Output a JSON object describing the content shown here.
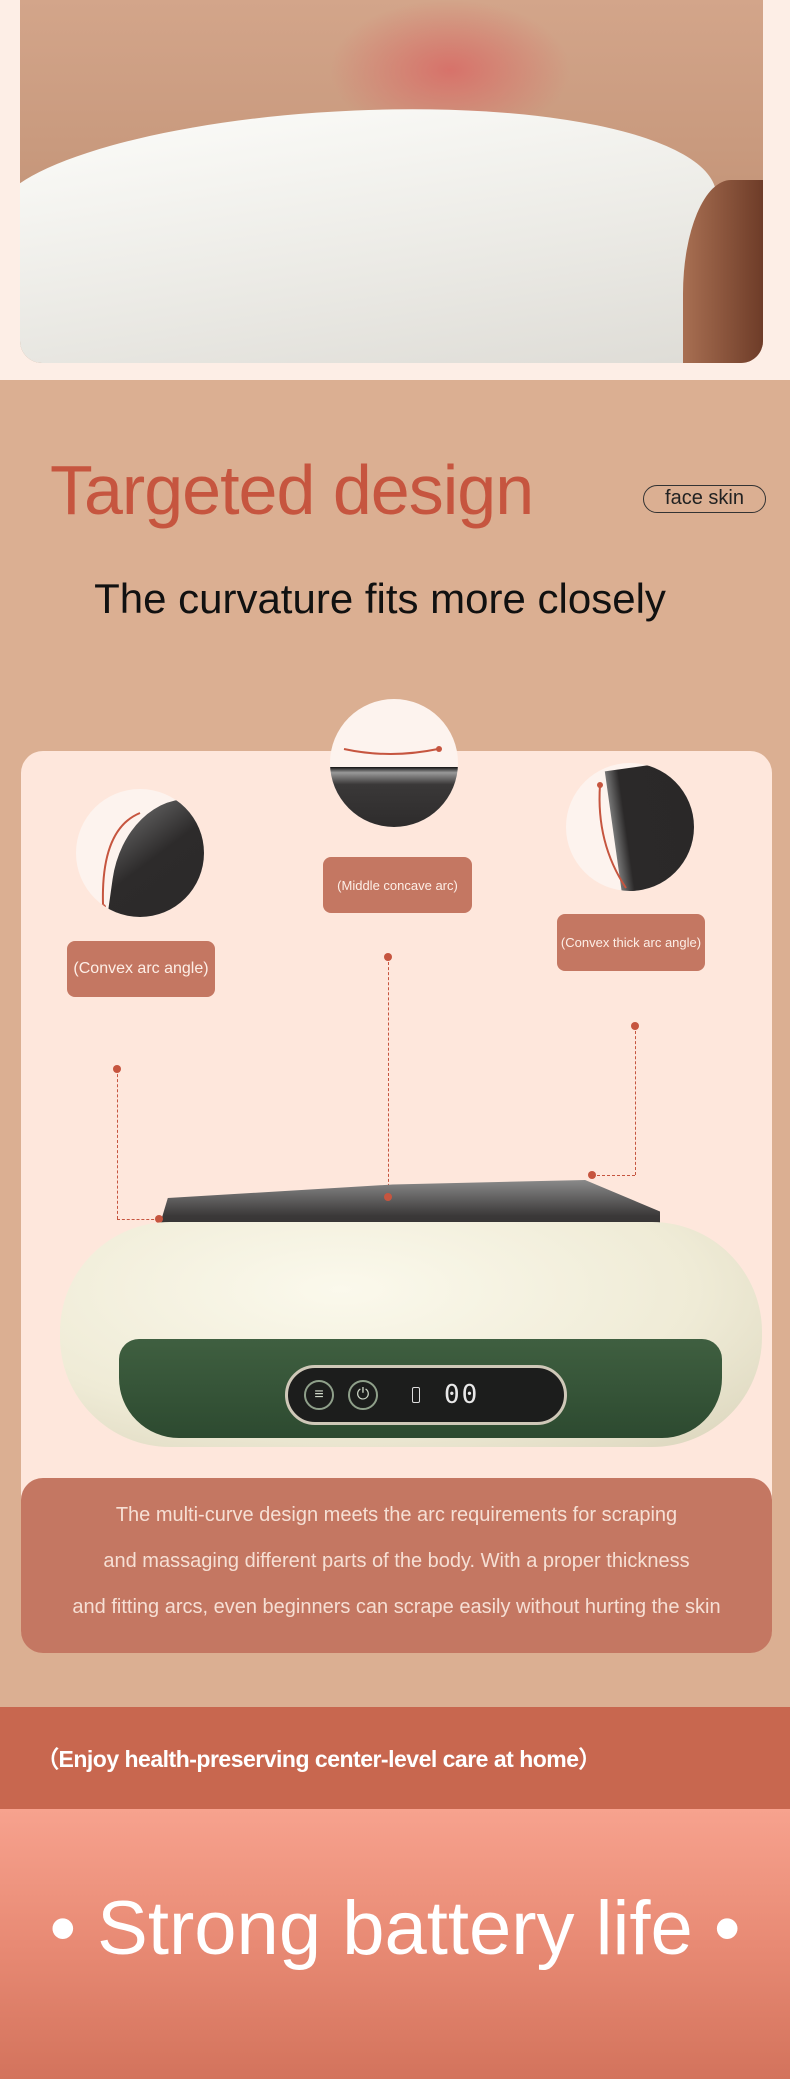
{
  "section": {
    "title": "Targeted design",
    "tag": "face skin",
    "subtitle": "The curvature fits more closely"
  },
  "callouts": [
    {
      "label": "(Convex arc angle)"
    },
    {
      "label": "(Middle concave arc)"
    },
    {
      "label": "(Convex thick arc angle)"
    }
  ],
  "device": {
    "display_value": "00"
  },
  "description": [
    "The multi-curve design meets the arc requirements for scraping",
    "and massaging different parts of the body. With a proper thickness",
    "and fitting arcs, even beginners can scrape easily without hurting the skin"
  ],
  "banner": "（Enjoy health-preserving center-level care at home）",
  "feature_heading": "• Strong battery life •",
  "colors": {
    "accent": "#c6553f",
    "tan": "#dbaf92",
    "label_bg": "#c47762",
    "band": "#c8674f"
  }
}
